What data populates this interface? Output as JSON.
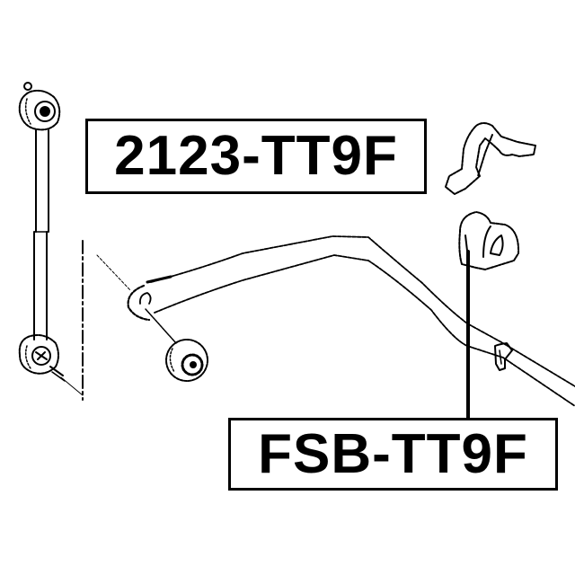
{
  "diagram": {
    "type": "exploded parts diagram",
    "subject": "front stabilizer bar assembly",
    "colors": {
      "line": "#000000",
      "background": "#ffffff"
    }
  },
  "labels": [
    {
      "id": "stabilizer-link",
      "part_number": "2123-TT9F",
      "points_to": "stabilizer link (vertical rod with ball joints, left)"
    },
    {
      "id": "stabilizer-bushing",
      "part_number": "FSB-TT9F",
      "points_to": "stabilizer bar bushing (right, with clamp bracket above)"
    }
  ],
  "parts": [
    {
      "name": "stabilizer-link",
      "description": "vertical link rod with upper and lower ball joints"
    },
    {
      "name": "stabilizer-bar",
      "description": "anti-roll bar"
    },
    {
      "name": "bar-end-bushing",
      "description": "round bushing at bar end"
    },
    {
      "name": "bushing-bracket",
      "description": "clamp bracket"
    },
    {
      "name": "stabilizer-bushing",
      "description": "rubber bushing"
    }
  ]
}
